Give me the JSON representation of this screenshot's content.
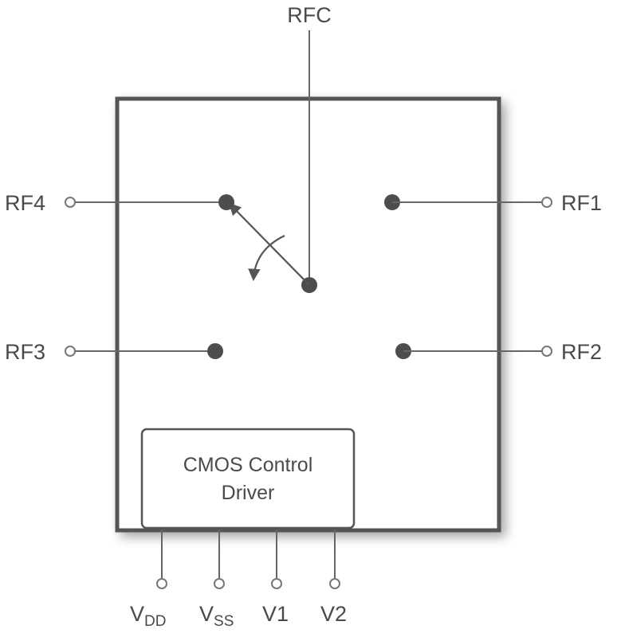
{
  "pins": {
    "rfc": "RFC",
    "rf1": "RF1",
    "rf2": "RF2",
    "rf3": "RF3",
    "rf4": "RF4",
    "vdd": {
      "main": "V",
      "sub": "DD"
    },
    "vss": {
      "main": "V",
      "sub": "SS"
    },
    "v1": "V1",
    "v2": "V2"
  },
  "driver": {
    "line1": "CMOS Control",
    "line2": "Driver"
  },
  "colors": {
    "outline": "#555555",
    "wire": "#666666",
    "contact": "#4d4d4d",
    "text": "#4a4a4a"
  }
}
